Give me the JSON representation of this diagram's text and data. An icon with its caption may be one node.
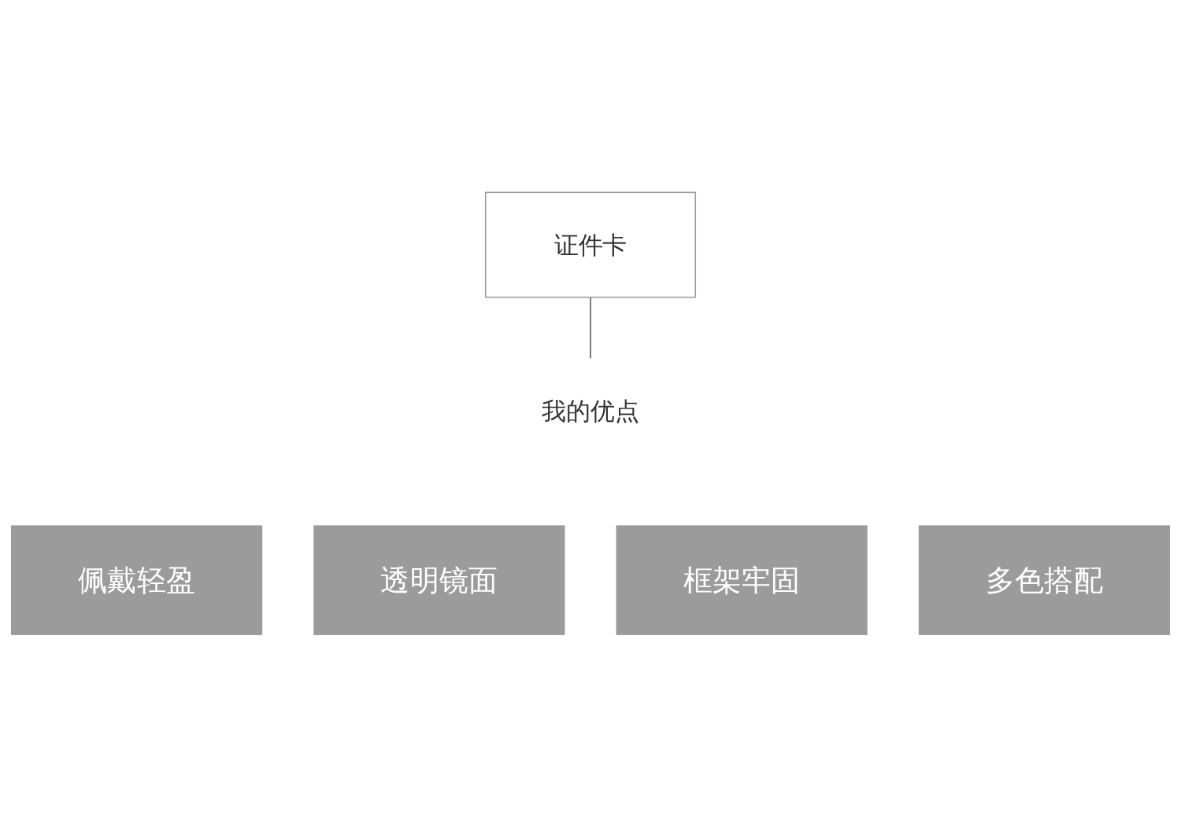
{
  "diagram": {
    "nodes": [
      {
        "text": [
          "证件卡"
        ]
      },
      {
        "text": [
          "我的优点"
        ]
      },
      {
        "text": [
          "佩戴轻盈"
        ]
      },
      {
        "text": [
          "透明镜面"
        ]
      },
      {
        "text": [
          "框架牢固"
        ]
      },
      {
        "text": [
          "多色搭配"
        ]
      }
    ],
    "edges": [
      {
        "from": 0,
        "to": 1,
        "arrow": "none"
      }
    ]
  }
}
